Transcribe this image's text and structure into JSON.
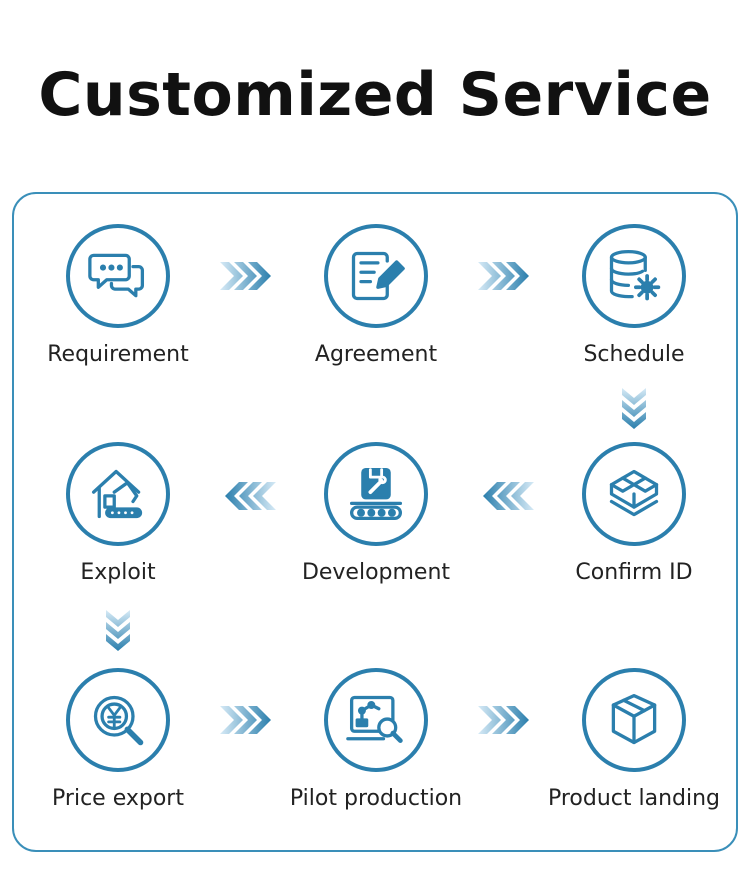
{
  "title": "Customized Service",
  "accent_color": "#2b7fad",
  "steps": [
    {
      "label": "Requirement",
      "icon": "chat-bubbles-icon"
    },
    {
      "label": "Agreement",
      "icon": "document-pen-icon"
    },
    {
      "label": "Schedule",
      "icon": "database-gear-icon"
    },
    {
      "label": "Confirm ID",
      "icon": "boxes-stack-icon"
    },
    {
      "label": "Development",
      "icon": "conveyor-wrench-icon"
    },
    {
      "label": "Exploit",
      "icon": "house-excavator-icon"
    },
    {
      "label": "Price export",
      "icon": "yen-coin-search-icon"
    },
    {
      "label": "Pilot production",
      "icon": "robot-arm-search-icon"
    },
    {
      "label": "Product landing",
      "icon": "cube-box-icon"
    }
  ],
  "flow_arrows": [
    "right",
    "right",
    "down",
    "left",
    "left",
    "down",
    "right",
    "right"
  ]
}
